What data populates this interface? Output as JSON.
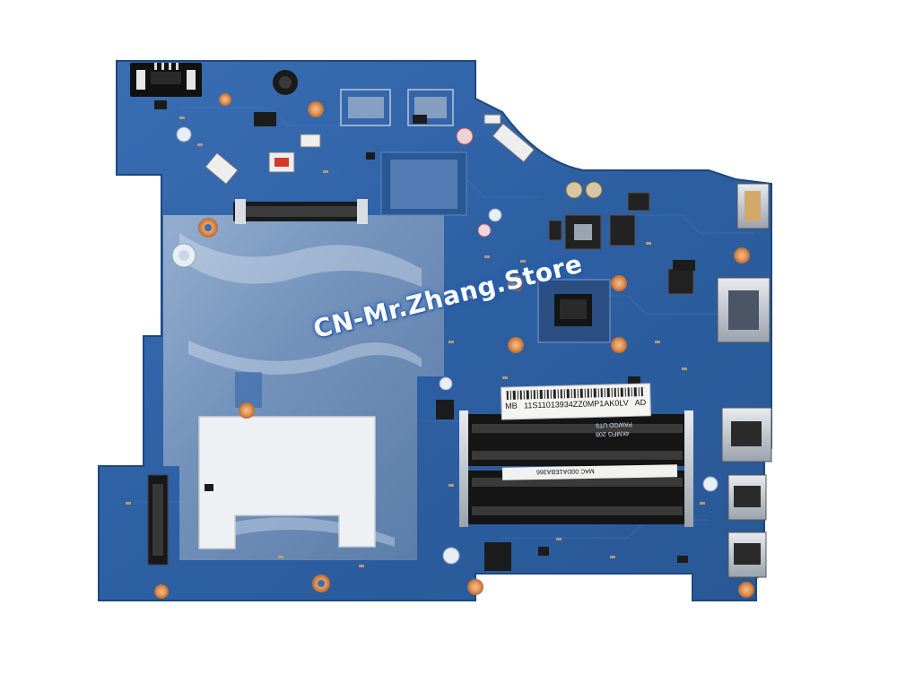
{
  "image": {
    "subject": "laptop-motherboard",
    "background_color": "#ffffff",
    "pcb_color": "#2f63a8"
  },
  "watermark": {
    "text": "CN-Mr.Zhang.Store"
  },
  "stickers": {
    "serial_label": {
      "prefix": "MB",
      "serial": "11S11013934ZZ0MP1AK0LV",
      "suffix": "AD"
    },
    "model_label": {
      "line1": "PAWGD UT6",
      "line2": "4KMFG 208"
    },
    "memory_label": {
      "text": "MAC 00DA1EBA366"
    }
  }
}
